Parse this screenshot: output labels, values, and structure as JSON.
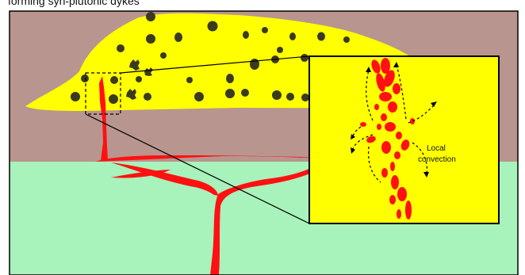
{
  "caption": "forming syn-plutonic dykes",
  "labels": {
    "convection_line1": "Local",
    "convection_line2": "convection"
  },
  "colors": {
    "upper_crust": "#b9958f",
    "lower_crust": "#a8f2bb",
    "pluton": "#ffff00",
    "enclaves": "#3a3a1e",
    "magma": "#ff1111",
    "outline": "#000000"
  }
}
